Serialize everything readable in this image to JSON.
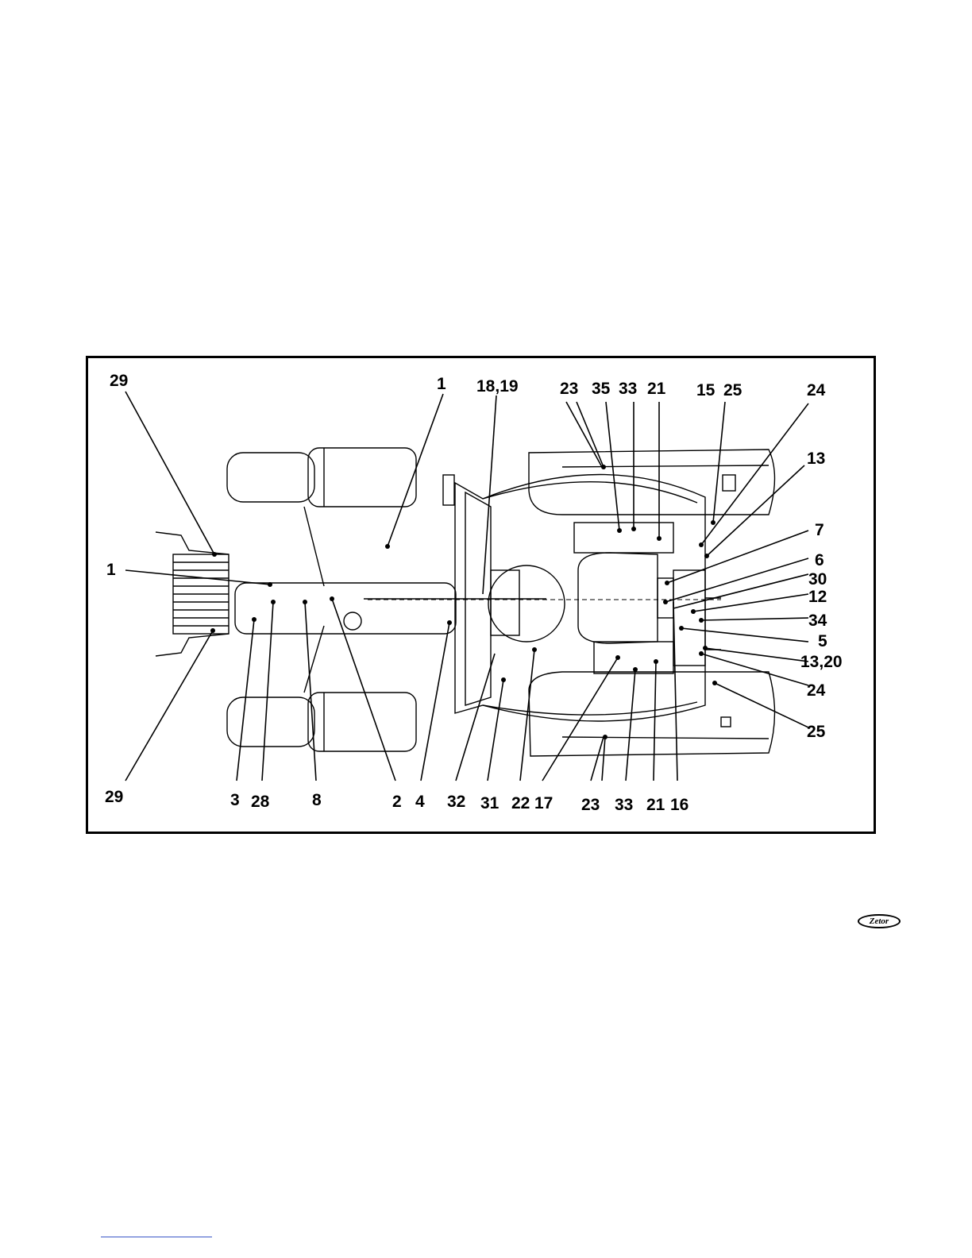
{
  "callouts": {
    "top": [
      "29",
      "1",
      "18,19",
      "23",
      "35",
      "33",
      "21",
      "15",
      "25",
      "24"
    ],
    "left": [
      "1"
    ],
    "right": [
      "13",
      "7",
      "6",
      "30",
      "12",
      "34",
      "5",
      "13,20",
      "24",
      "25"
    ],
    "bottom": [
      "29",
      "3",
      "28",
      "8",
      "2",
      "4",
      "32",
      "31",
      "22",
      "17",
      "23",
      "33",
      "21",
      "16"
    ]
  },
  "logo": {
    "text": "Zetor"
  },
  "colors": {
    "ink": "#000000",
    "link": "#3a57c8"
  }
}
